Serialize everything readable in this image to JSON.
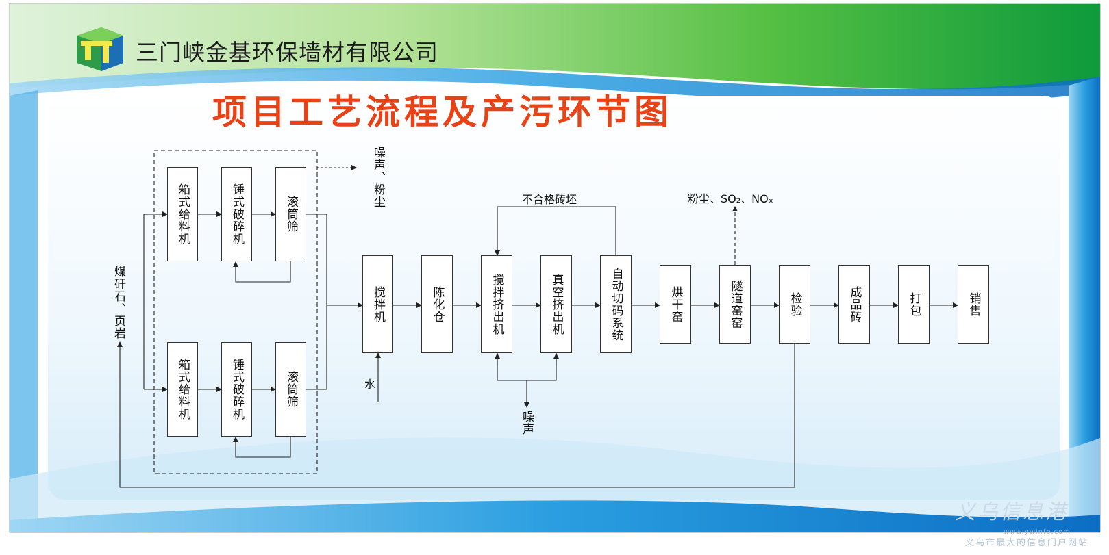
{
  "company": "三门峡金基环保墙材有限公司",
  "title": "项目工艺流程及产污环节图",
  "raw_material": "煤矸石、页岩",
  "crusher_line_top": [
    "箱式给料机",
    "锤式破碎机",
    "滚筒筛"
  ],
  "crusher_line_bottom": [
    "箱式给料机",
    "锤式破碎机",
    "滚筒筛"
  ],
  "main_flow": [
    "搅拌机",
    "陈化仓",
    "搅拌挤出机",
    "真空挤出机",
    "自动切码系统",
    "烘干窑",
    "隧道窑窑",
    "检验",
    "成品砖",
    "打包",
    "销售"
  ],
  "labels": {
    "noise_dust": "噪声、粉尘",
    "water": "水",
    "noise": "噪声",
    "reject": "不合格砖坯",
    "emissions": "粉尘、SO₂、NOₓ"
  },
  "watermark": {
    "text": "义乌信息港",
    "url": "www.ywinfo.com",
    "slogan": "义乌市最大的信息门户网站"
  },
  "colors": {
    "title": "#e84317",
    "banner_green": "#2fae3a",
    "frame_blue": "#1e8fd6"
  }
}
